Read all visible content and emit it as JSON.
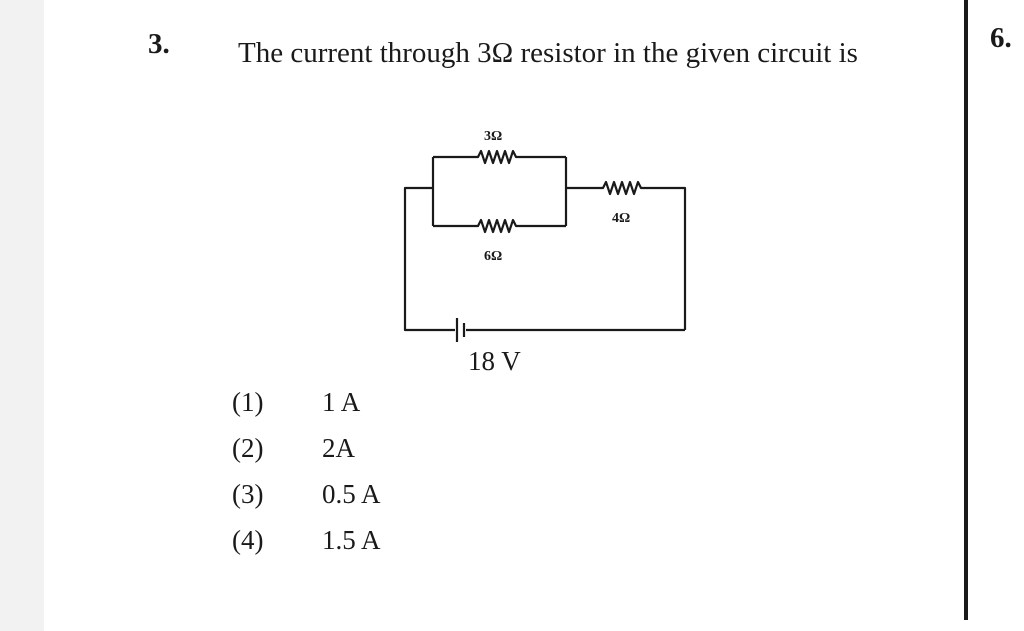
{
  "question": {
    "number": "3.",
    "text": "The current through 3Ω resistor in the given circuit is"
  },
  "next_question_number": "6.",
  "circuit": {
    "resistor_top_label": "3Ω",
    "resistor_bottom_label": "6Ω",
    "resistor_series_label": "4Ω",
    "battery_label": "18 V"
  },
  "options": [
    {
      "number": "(1)",
      "text": "1 A"
    },
    {
      "number": "(2)",
      "text": "2A"
    },
    {
      "number": "(3)",
      "text": "0.5 A"
    },
    {
      "number": "(4)",
      "text": "1.5 A"
    }
  ]
}
